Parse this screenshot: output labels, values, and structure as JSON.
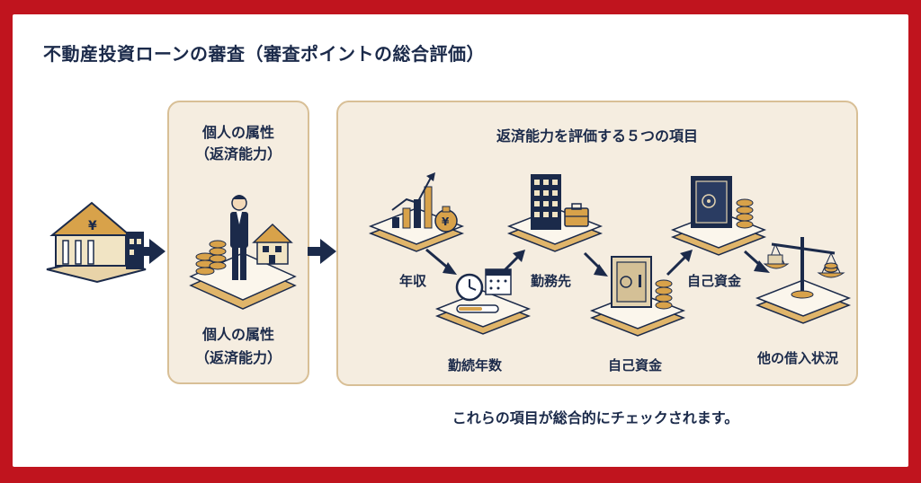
{
  "title": "不動産投資ローンの審査（審査ポイントの総合評価）",
  "middle_panel": {
    "top_label": [
      "個人の属性",
      "（返済能力）"
    ],
    "bottom_label": [
      "個人の属性",
      "（返済能力）"
    ]
  },
  "right_panel": {
    "title": "返済能力を評価する５つの項目",
    "items": [
      {
        "label": "年収"
      },
      {
        "label": "勤続年数"
      },
      {
        "label": "勤務先"
      },
      {
        "label": "自己資金"
      },
      {
        "label": "自己資金"
      },
      {
        "label": "他の借入状況"
      }
    ]
  },
  "bottom_note": "これらの項目が総合的にチェックされます。",
  "colors": {
    "frame": "#c0141e",
    "navy": "#1b2a4a",
    "beige": "#f5ede0",
    "gold": "#d8a24a",
    "panel_border": "#d8bf96"
  },
  "icons": [
    "bank-icon",
    "businessman-icon",
    "coins-icon",
    "house-icon",
    "chart-icon",
    "money-bag-icon",
    "clock-icon",
    "calendar-icon",
    "building-icon",
    "briefcase-icon",
    "safe-icon",
    "scale-icon",
    "arrow-icon"
  ]
}
